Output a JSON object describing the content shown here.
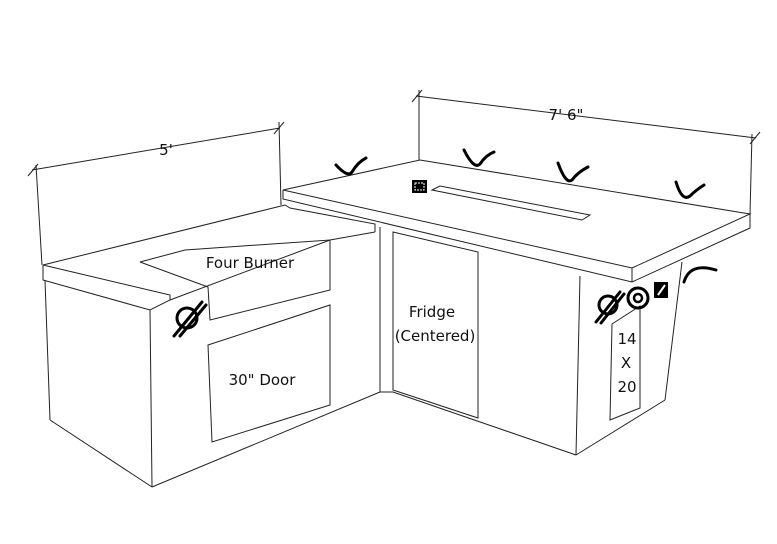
{
  "dimensions": {
    "left_width": "5'",
    "right_width": "7' 6\""
  },
  "labels": {
    "burner": "Four Burner",
    "door": "30\" Door",
    "fridge_line1": "Fridge",
    "fridge_line2": "(Centered)",
    "access_w": "14",
    "access_x": "X",
    "access_h": "20"
  },
  "colors": {
    "line": "#222222",
    "marker": "#000000",
    "background": "#ffffff"
  }
}
